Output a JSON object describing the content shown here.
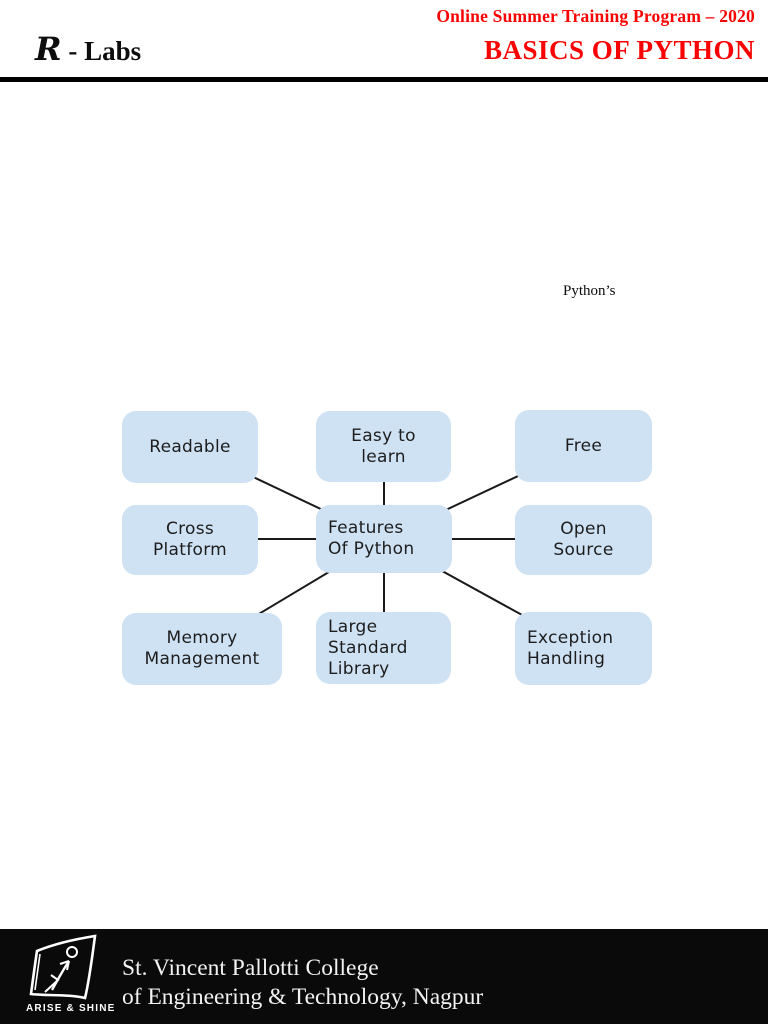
{
  "header": {
    "brand_r": "R",
    "brand_rest": " - Labs",
    "program_title": "Online Summer Training Program – 2020",
    "page_title": "BASICS OF PYTHON"
  },
  "slide": {
    "caption": "Python’s"
  },
  "diagram": {
    "center_label": "Features\nOf Python",
    "nodes": [
      {
        "id": "readable",
        "label": "Readable"
      },
      {
        "id": "easy-to-learn",
        "label": "Easy to\nlearn"
      },
      {
        "id": "free",
        "label": "Free"
      },
      {
        "id": "cross-platform",
        "label": "Cross\nPlatform"
      },
      {
        "id": "open-source",
        "label": "Open\nSource"
      },
      {
        "id": "memory-management",
        "label": "Memory\nManagement"
      },
      {
        "id": "large-standard-library",
        "label": "Large\nStandard\nLibrary"
      },
      {
        "id": "exception-handling",
        "label": "Exception\nHandling"
      }
    ]
  },
  "footer": {
    "college_line1": "St. Vincent Pallotti College",
    "college_line2": "of Engineering & Technology, Nagpur",
    "motto": "ARISE & SHINE"
  },
  "colors": {
    "accent_red": "#fb0202",
    "node_fill": "#cfe2f3",
    "connector": "#1a1a1a",
    "node_text": "#1d1d1d"
  }
}
